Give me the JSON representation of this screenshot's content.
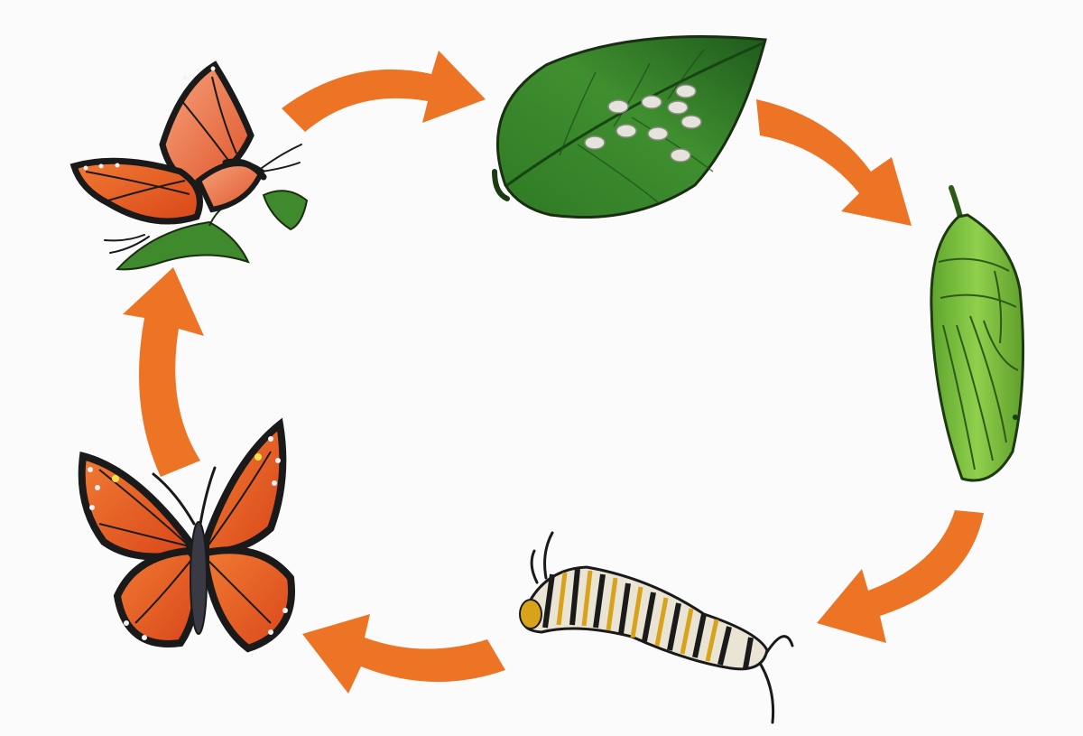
{
  "diagram": {
    "stages": [
      {
        "id": "eggs",
        "icon": "eggs-on-leaf-icon"
      },
      {
        "id": "chrysalis",
        "icon": "chrysalis-icon"
      },
      {
        "id": "caterpillar",
        "icon": "caterpillar-icon"
      },
      {
        "id": "butterfly",
        "icon": "butterfly-icon"
      },
      {
        "id": "mating-butterflies",
        "icon": "mating-butterflies-icon"
      }
    ],
    "cycle_direction": "clockwise",
    "colors": {
      "background": "#fbfbfb",
      "arrow": "#ec7424",
      "leaf": "#3f8a2c",
      "chrysalis": "#7bc043",
      "wing": "#e8581a",
      "outline": "#1a1a1a"
    }
  }
}
